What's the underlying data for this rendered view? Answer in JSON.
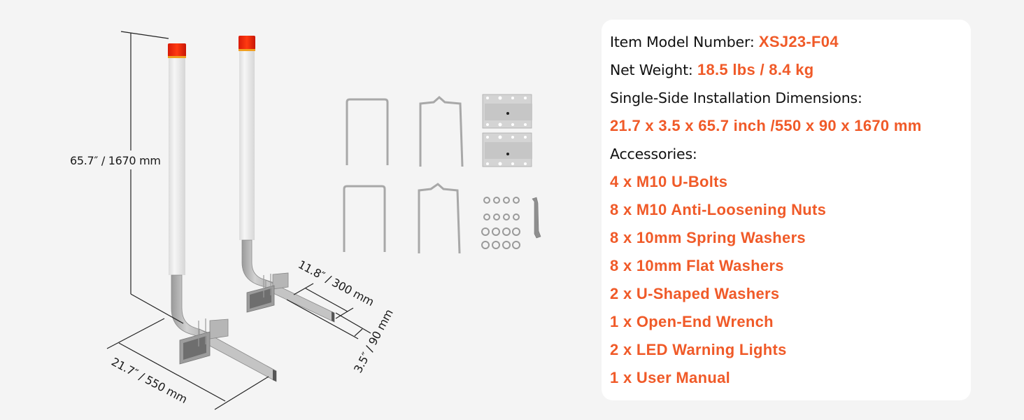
{
  "colors": {
    "background": "#f4f4f4",
    "panel": "#ffffff",
    "accent": "#f05a28",
    "text": "#111111",
    "light_red": "#e8220e",
    "pole_white": "#ececec",
    "metal": "#b8b8b8"
  },
  "illustration": {
    "dimensions": {
      "height": "65.7″ / 1670 mm",
      "width": "21.7″ / 550 mm",
      "arm": "11.8″ / 300 mm",
      "depth": "3.5″ / 90 mm"
    },
    "items": [
      "bunk-guide-pole-left",
      "bunk-guide-pole-right",
      "u-bolt",
      "u-shaped-washer-bracket",
      "anti-loosening-nut",
      "spring-washer",
      "flat-washer",
      "open-end-wrench",
      "mounting-plate"
    ]
  },
  "specs": {
    "model_label": "Item Model Number: ",
    "model_value": "XSJ23-F04",
    "weight_label": "Net Weight: ",
    "weight_value": "18.5 lbs / 8.4 kg",
    "dimensions_label": "Single-Side Installation Dimensions:",
    "dimensions_value": "21.7 x 3.5 x 65.7 inch /550 x 90 x 1670 mm",
    "accessories_label": "Accessories:",
    "accessories": [
      "4 x M10 U-Bolts",
      "8 x M10 Anti-Loosening Nuts",
      "8 x 10mm Spring Washers",
      "8 x 10mm Flat Washers",
      "2 x U-Shaped Washers",
      "1 x Open-End Wrench",
      "2 x LED Warning Lights",
      "1 x User Manual"
    ]
  }
}
